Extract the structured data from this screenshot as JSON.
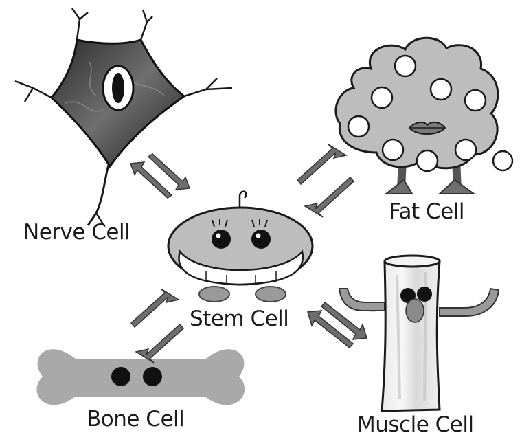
{
  "diagram": {
    "center": {
      "label": "Stem Cell"
    },
    "cells": [
      {
        "id": "nerve",
        "label": "Nerve Cell"
      },
      {
        "id": "fat",
        "label": "Fat Cell"
      },
      {
        "id": "bone",
        "label": "Bone Cell"
      },
      {
        "id": "muscle",
        "label": "Muscle Cell"
      }
    ],
    "relation": "bidirectional"
  }
}
